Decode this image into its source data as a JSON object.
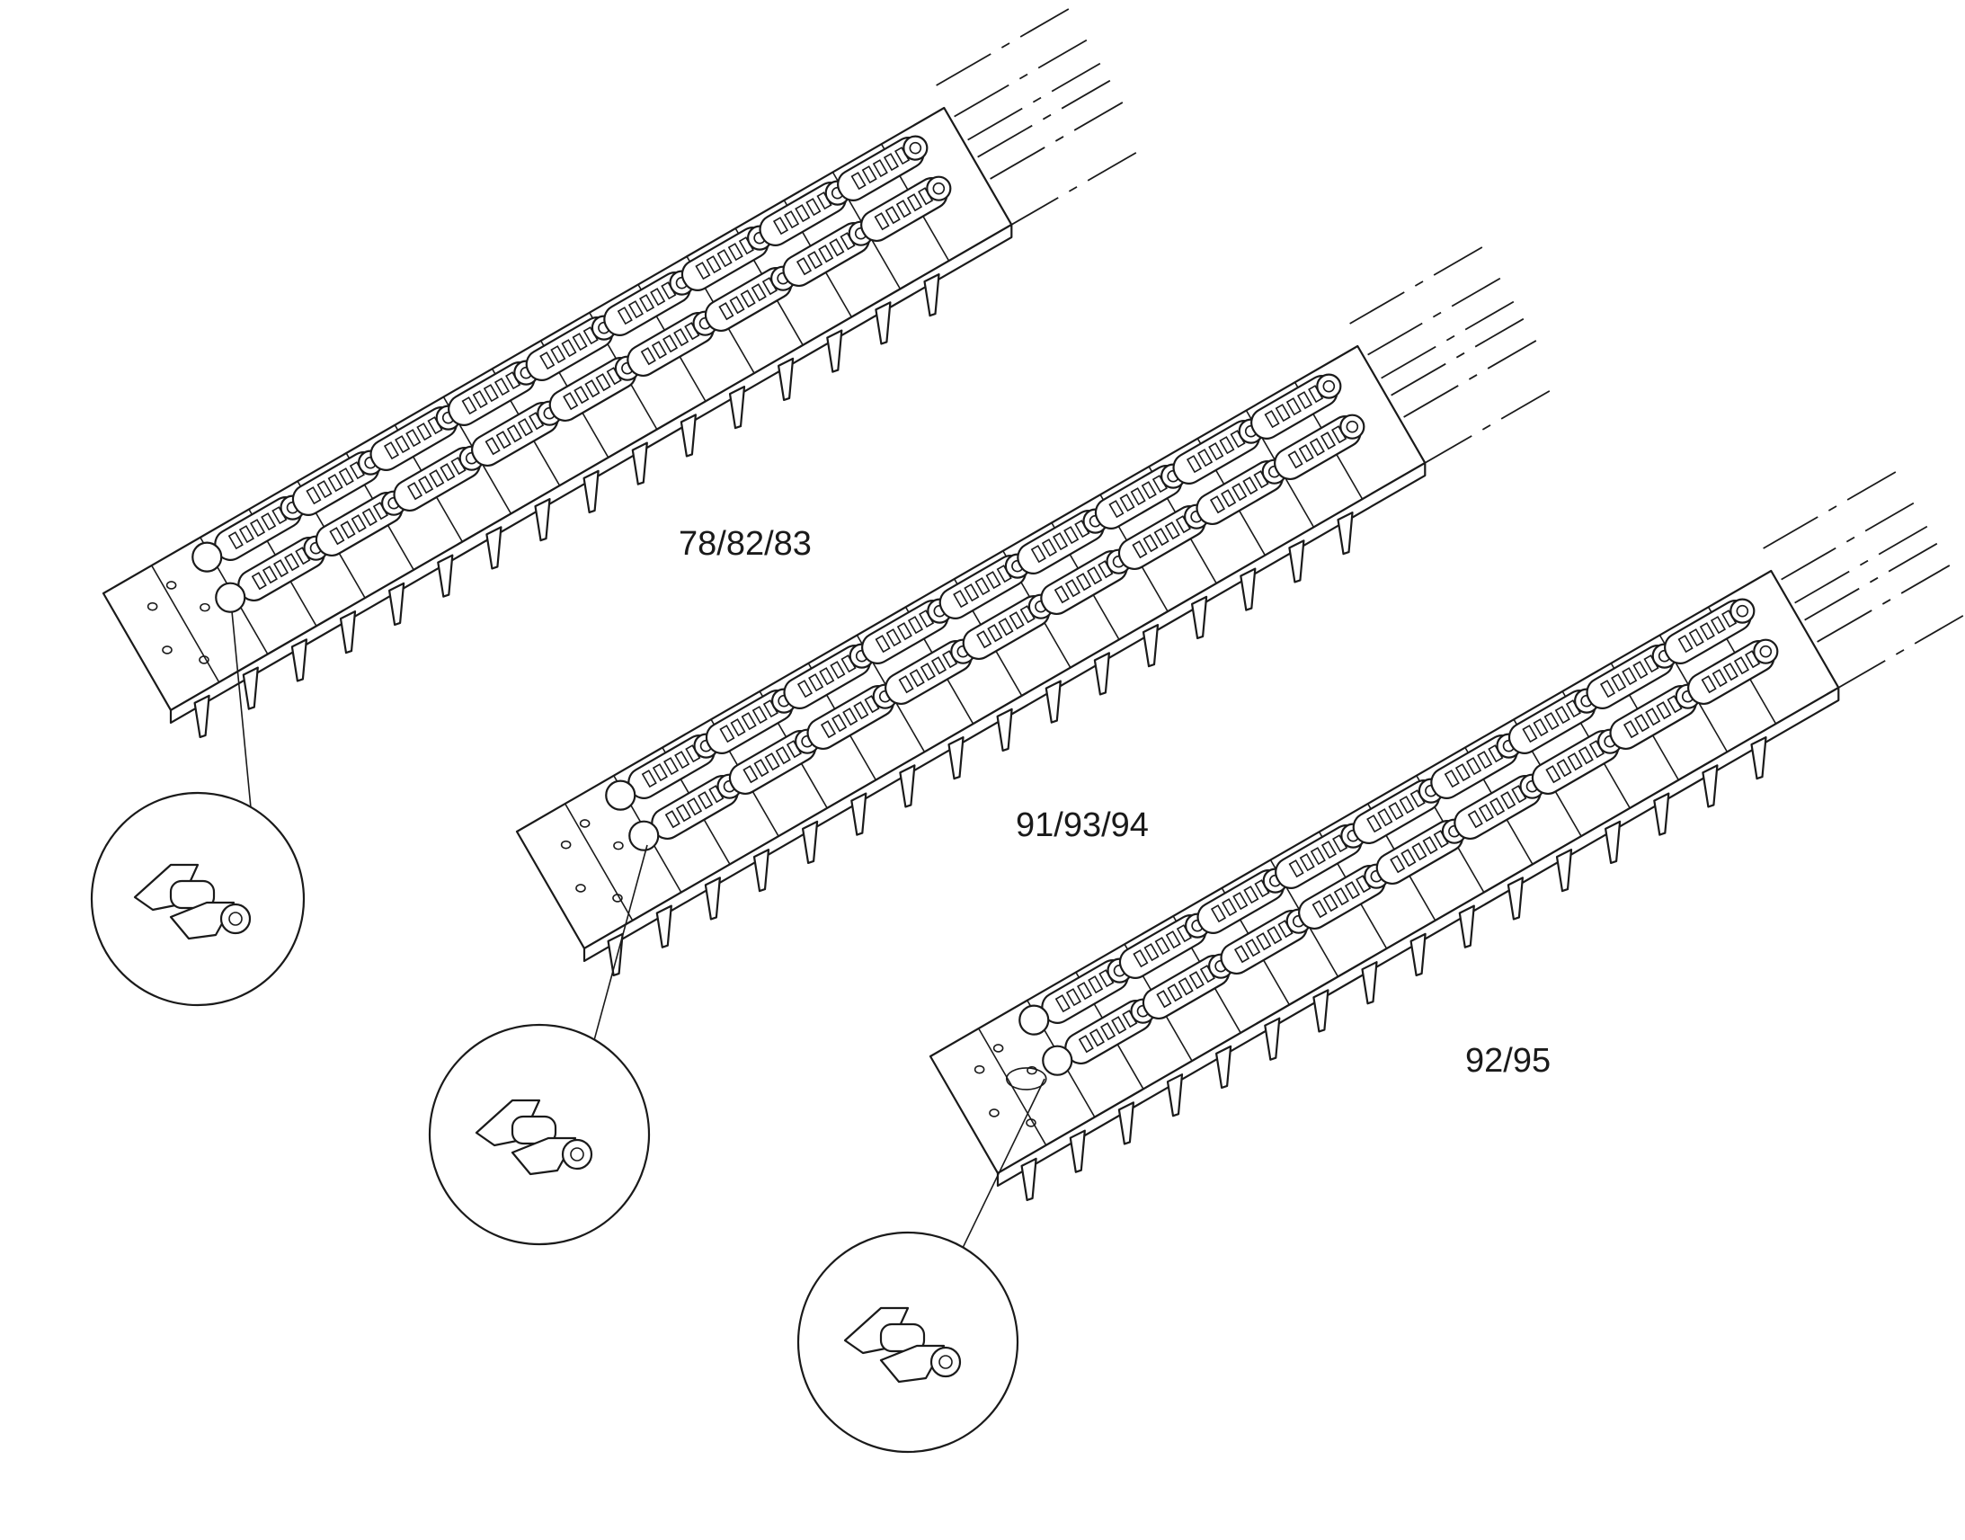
{
  "assemblies": [
    {
      "id": "a1",
      "label": "78/82/83"
    },
    {
      "id": "a2",
      "label": "91/93/94"
    },
    {
      "id": "a3",
      "label": "92/95"
    }
  ],
  "colors": {
    "ink": "#1a1a1a",
    "background": "#ffffff"
  }
}
